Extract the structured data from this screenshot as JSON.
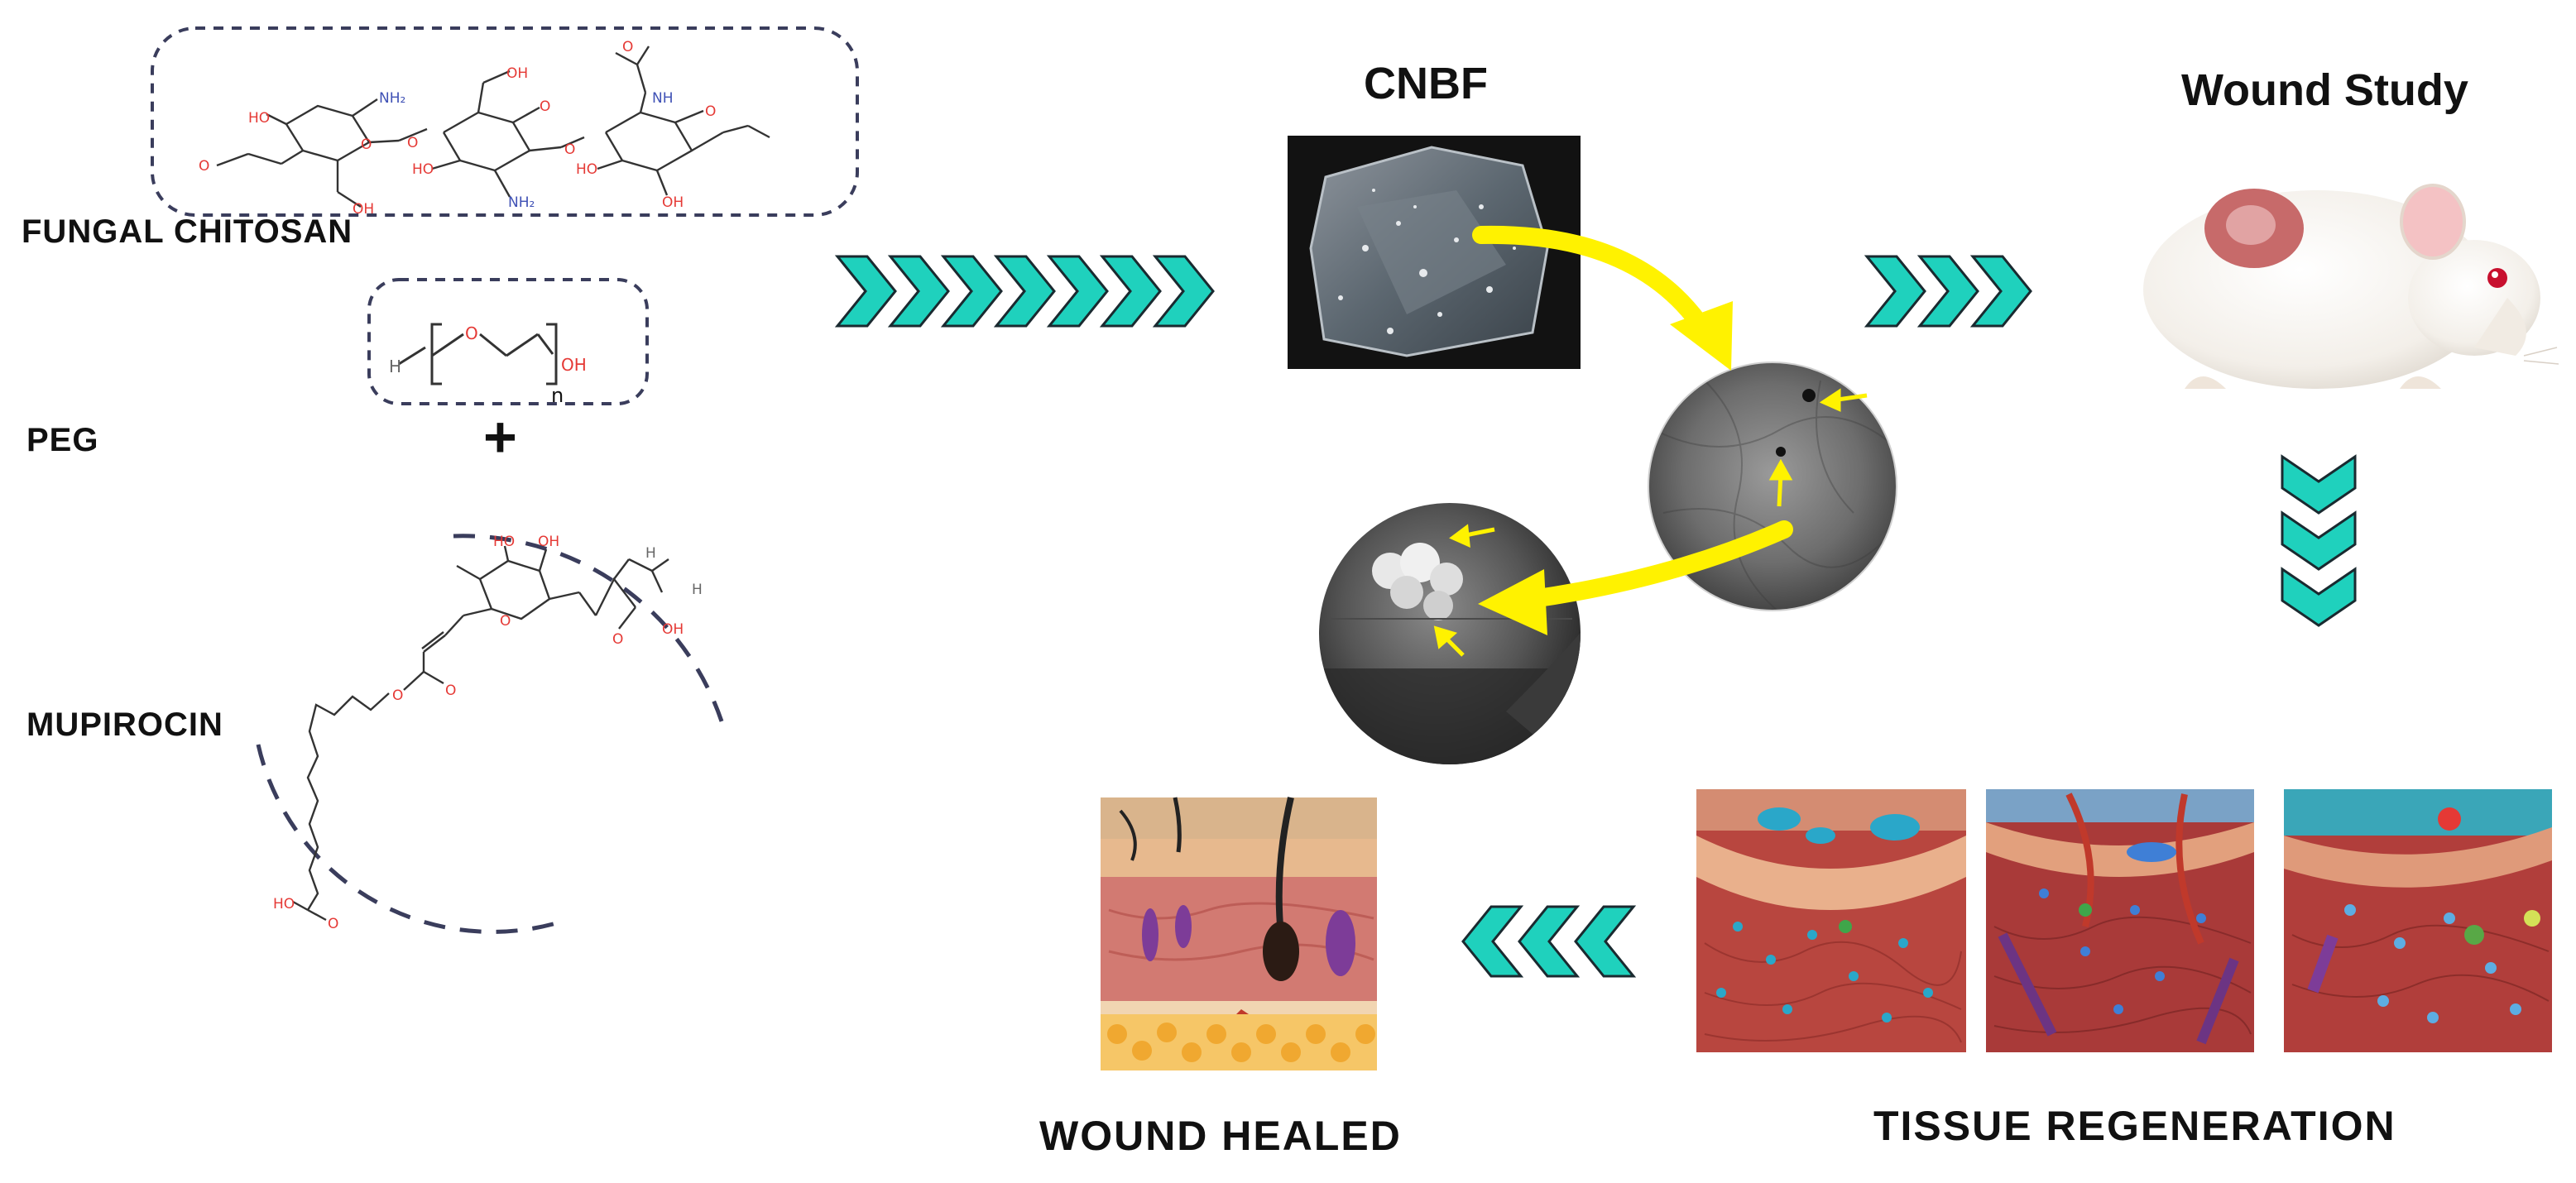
{
  "labels": {
    "fungal_chitosan": "FUNGAL CHITOSAN",
    "peg": "PEG",
    "plus": "+",
    "mupirocin": "MUPIROCIN",
    "cnbf": "CNBF",
    "wound_study": "Wound Study",
    "wound_healed": "WOUND HEALED",
    "tissue_regeneration": "TISSUE REGENERATION"
  },
  "molecule_text": {
    "peg_subscript": "n",
    "atom_o": "O",
    "atom_oh": "OH",
    "atom_ho": "HO",
    "atom_h": "H",
    "atom_nh2": "NH₂",
    "atom_nh": "NH"
  },
  "colors": {
    "chevron": "#1fd1bd",
    "chevron_outline": "#1a2a30",
    "flow_arrow": "#fff200",
    "dashed_border": "#3a3d5c",
    "oxygen": "#e53935",
    "nitrogen": "#3f51b5"
  }
}
